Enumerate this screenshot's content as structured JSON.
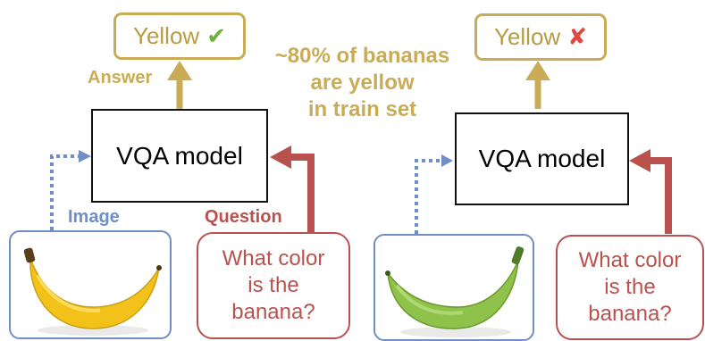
{
  "left": {
    "answer": {
      "text": "Yellow",
      "mark": "✔",
      "mark_color": "#6bb23a"
    },
    "answer_label": "Answer",
    "model_label": "VQA model",
    "image_label": "Image",
    "question_label": "Question",
    "question_text": "What color\nis the\nbanana?",
    "banana_color": "#f2c21a"
  },
  "right": {
    "answer": {
      "text": "Yellow",
      "mark": "✘",
      "mark_color": "#e2483f"
    },
    "model_label": "VQA model",
    "question_text": "What color\nis the\nbanana?",
    "banana_color": "#8fc24a"
  },
  "note": "~80% of bananas\nare yellow\nin train set",
  "colors": {
    "answer": "#c9ac55",
    "image": "#6f8fc6",
    "question": "#b9524e"
  },
  "icons": [
    "check-icon",
    "cross-icon",
    "banana-image-yellow",
    "banana-image-green"
  ]
}
